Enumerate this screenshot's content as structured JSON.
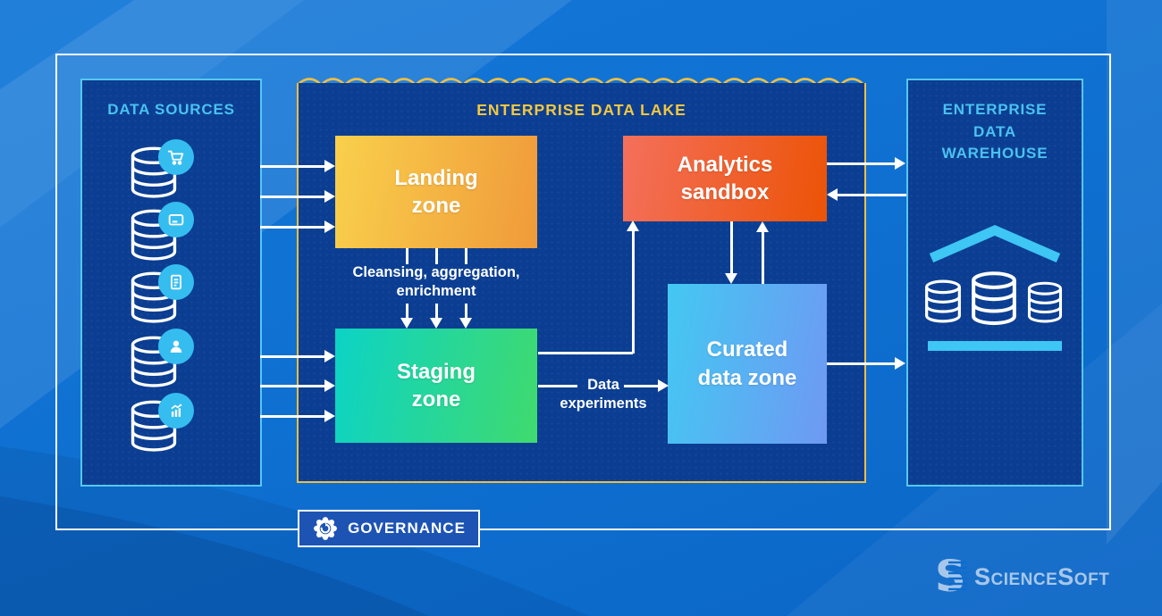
{
  "sources": {
    "title": "DATA SOURCES",
    "items": [
      {
        "icon": "shopping-cart-database-icon"
      },
      {
        "icon": "payment-card-database-icon"
      },
      {
        "icon": "documents-database-icon"
      },
      {
        "icon": "customer-database-icon"
      },
      {
        "icon": "analytics-database-icon"
      }
    ]
  },
  "lake": {
    "title": "ENTERPRISE DATA LAKE",
    "zones": {
      "landing": {
        "label": "Landing\nzone"
      },
      "staging": {
        "label": "Staging\nzone"
      },
      "analytics": {
        "label": "Analytics\nsandbox"
      },
      "curated": {
        "label": "Curated\ndata zone"
      }
    },
    "annotations": {
      "cleansing": "Cleansing, aggregation,\nenrichment",
      "experiments": "Data\nexperiments"
    }
  },
  "warehouse": {
    "title": "ENTERPRISE\nDATA\nWAREHOUSE"
  },
  "governance": {
    "label": "GOVERNANCE"
  },
  "brand": {
    "name": "ScienceSoft"
  },
  "flows": [
    {
      "from": "data-sources",
      "to": "landing-zone"
    },
    {
      "from": "data-sources",
      "to": "staging-zone"
    },
    {
      "from": "landing-zone",
      "to": "staging-zone",
      "label": "Cleansing, aggregation, enrichment"
    },
    {
      "from": "staging-zone",
      "to": "analytics-sandbox"
    },
    {
      "from": "staging-zone",
      "to": "curated-data-zone",
      "label": "Data experiments"
    },
    {
      "from": "analytics-sandbox",
      "to": "curated-data-zone",
      "bidirectional": true
    },
    {
      "from": "analytics-sandbox",
      "to": "enterprise-data-warehouse",
      "bidirectional": true
    },
    {
      "from": "curated-data-zone",
      "to": "enterprise-data-warehouse"
    }
  ],
  "colors": {
    "background": "#0e6fd0",
    "panel_navy": "#0b3e92",
    "panel_border_cyan": "#56c7f2",
    "title_cyan": "#4ac2f0",
    "lake_gold": "#f3c73e",
    "landing_gradient": [
      "#f9d04c",
      "#f09a3a"
    ],
    "staging_gradient": [
      "#0cd3c6",
      "#40da6e"
    ],
    "sandbox_gradient": [
      "#f4705c",
      "#ec5306"
    ],
    "curated_gradient": [
      "#43c8f2",
      "#6f99f3"
    ],
    "arrow_white": "#ffffff",
    "badge_blue": "#35bdf0",
    "logo_pale_blue": "#a7c7ea"
  }
}
